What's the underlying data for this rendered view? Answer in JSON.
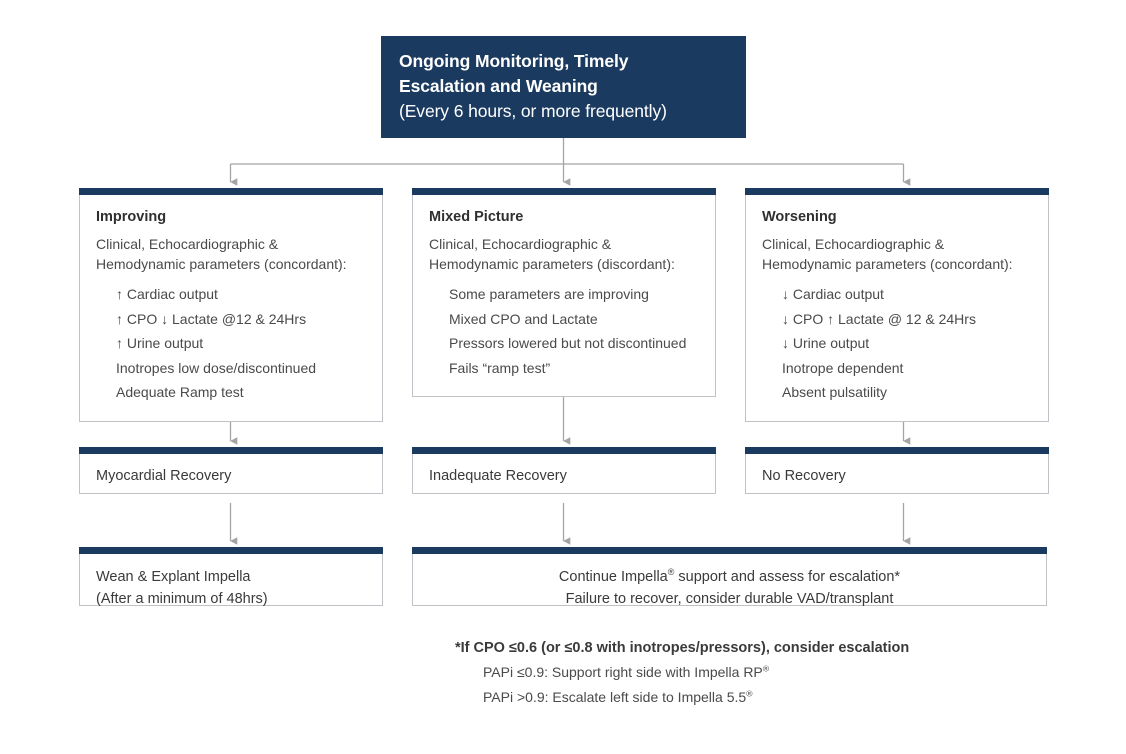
{
  "header": {
    "line1": "Ongoing Monitoring, Timely",
    "line2": "Escalation and Weaning",
    "line3": "(Every 6 hours, or more frequently)"
  },
  "columns": [
    {
      "id": "improving",
      "title": "Improving",
      "subtitle": "Clinical, Echocardiographic & Hemodynamic parameters (concordant):",
      "items": [
        "↑ Cardiac output",
        "↑ CPO ↓ Lactate @12 & 24Hrs",
        "↑ Urine output",
        "Inotropes low dose/discontinued",
        "Adequate Ramp test"
      ],
      "recovery": "Myocardial Recovery"
    },
    {
      "id": "mixed",
      "title": "Mixed Picture",
      "subtitle": "Clinical, Echocardiographic & Hemodynamic parameters (discordant):",
      "items": [
        "Some parameters are improving",
        "Mixed CPO and Lactate",
        "Pressors lowered but not discontinued",
        "Fails “ramp test”"
      ],
      "recovery": "Inadequate Recovery"
    },
    {
      "id": "worsening",
      "title": "Worsening",
      "subtitle": "Clinical, Echocardiographic & Hemodynamic parameters (concordant):",
      "items": [
        "↓ Cardiac output",
        "↓ CPO ↑ Lactate @ 12 & 24Hrs",
        "↓ Urine output",
        "Inotrope dependent",
        "Absent pulsatility"
      ],
      "recovery": "No Recovery"
    }
  ],
  "outcomes": {
    "wean": {
      "line1": "Wean & Explant Impella",
      "line2": "(After a minimum of 48hrs)"
    },
    "continue": {
      "line1_pre": "Continue Impella",
      "line1_reg": "®",
      "line1_post": " support and assess for escalation*",
      "line2": "Failure to recover, consider durable VAD/transplant"
    }
  },
  "footnote": {
    "main": "*If CPO ≤0.6 (or ≤0.8 with inotropes/pressors), consider escalation",
    "sub1_pre": "PAPi ≤0.9: Support right side with Impella RP",
    "sub1_reg": "®",
    "sub2_pre": "PAPi >0.9: Escalate left side to Impella 5.5",
    "sub2_reg": "®"
  },
  "colors": {
    "navy": "#1b3a5f",
    "box_border": "#bfc3c7",
    "connector": "#9a9a9a",
    "text": "#3f3f3f",
    "background": "#ffffff"
  }
}
